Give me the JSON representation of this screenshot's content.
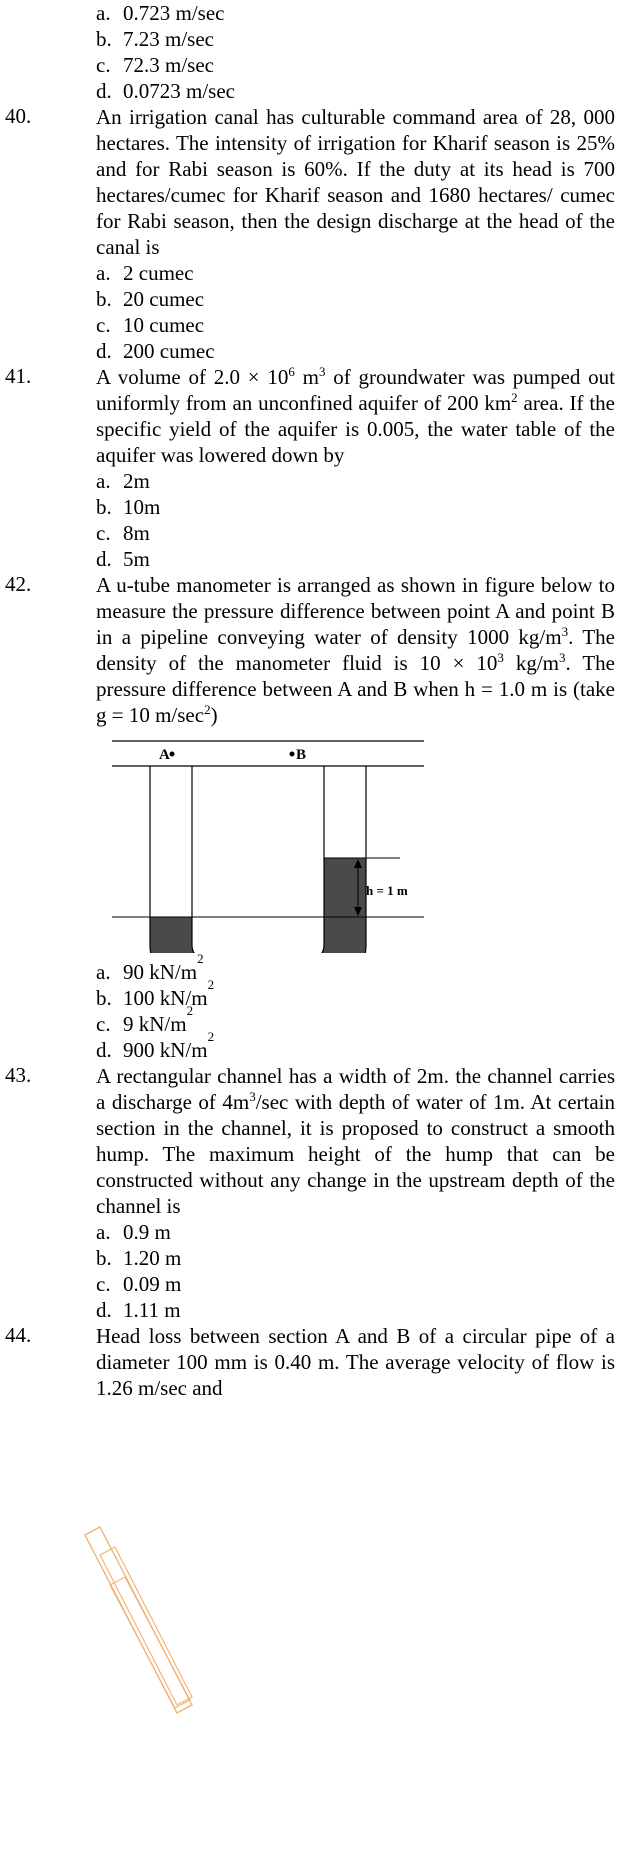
{
  "prev_options": [
    {
      "letter": "a.",
      "text": "0.723 m/sec"
    },
    {
      "letter": "b.",
      "text": "7.23 m/sec"
    },
    {
      "letter": "c.",
      "text": "72.3 m/sec"
    },
    {
      "letter": "d.",
      "text": "0.0723 m/sec"
    }
  ],
  "q40": {
    "num": "40.",
    "text": "An irrigation canal has culturable command area of 28, 000 hectares. The intensity of irrigation for Kharif season is 25% and for Rabi season is 60%. If the duty at its head is 700 hectares/cumec for Kharif season and 1680 hectares/ cumec for Rabi season, then the design discharge at the head of the canal is",
    "options": [
      {
        "letter": "a.",
        "text": "2 cumec"
      },
      {
        "letter": "b.",
        "text": "20 cumec"
      },
      {
        "letter": "c.",
        "text": "10 cumec"
      },
      {
        "letter": "d.",
        "text": "200 cumec"
      }
    ]
  },
  "q41": {
    "num": "41.",
    "text_1": "A volume of 2.0 × 10",
    "sup_1": "6",
    "text_2": " m",
    "sup_2": "3",
    "text_3": " of groundwater was pumped out uniformly from an unconfined aquifer of 200 km",
    "sup_3": "2",
    "text_4": " area. If the specific yield of the aquifer is 0.005, the water table of the aquifer was lowered down by",
    "options": [
      {
        "letter": "a.",
        "text": "2m"
      },
      {
        "letter": "b.",
        "text": "10m"
      },
      {
        "letter": "c.",
        "text": "8m"
      },
      {
        "letter": "d.",
        "text": "5m"
      }
    ]
  },
  "q42": {
    "num": "42.",
    "text_1": "A u-tube manometer is arranged as shown in figure below to measure the pressure difference between point A and point B in a pipeline conveying water of density 1000 kg/m",
    "sup_1": "3",
    "text_2": ". The density of the manometer fluid is 10 × 10",
    "sup_2": "3",
    "text_3": " kg/m",
    "sup_3": "3",
    "text_4": ". The pressure difference between A and B when h = 1.0 m is (take g = 10 m/sec",
    "sup_4": "2",
    "text_5": ")",
    "figure": {
      "label_a": "A",
      "label_b": "B",
      "label_h": "h = 1 m"
    },
    "options": [
      {
        "letter": "a.",
        "text": "90 kN/m",
        "sup": "2"
      },
      {
        "letter": "b.",
        "text": "100 kN/m",
        "sup": "2"
      },
      {
        "letter": "c.",
        "text": "9 kN/m",
        "sup": "2"
      },
      {
        "letter": "d.",
        "text": "900 kN/m",
        "sup": "2"
      }
    ]
  },
  "q43": {
    "num": "43.",
    "text_1": "A rectangular channel has a width of 2m. the channel carries a discharge of 4m",
    "sup_1": "3",
    "text_2": "/sec with depth of water of 1m. At certain section in the channel, it is proposed to construct a smooth hump. The maximum height of the hump that can be constructed without any change in the upstream depth of the channel is",
    "options": [
      {
        "letter": "a.",
        "text": "0.9 m"
      },
      {
        "letter": "b.",
        "text": "1.20 m"
      },
      {
        "letter": "c.",
        "text": "0.09 m"
      },
      {
        "letter": "d.",
        "text": "1.11 m"
      }
    ]
  },
  "q44": {
    "num": "44.",
    "text": "Head loss between section A and B of a circular pipe of a diameter 100 mm is 0.40 m. The average velocity of flow is 1.26 m/sec and"
  },
  "colors": {
    "watermark": "#f0b070",
    "fluid": "#4a4a4a"
  }
}
